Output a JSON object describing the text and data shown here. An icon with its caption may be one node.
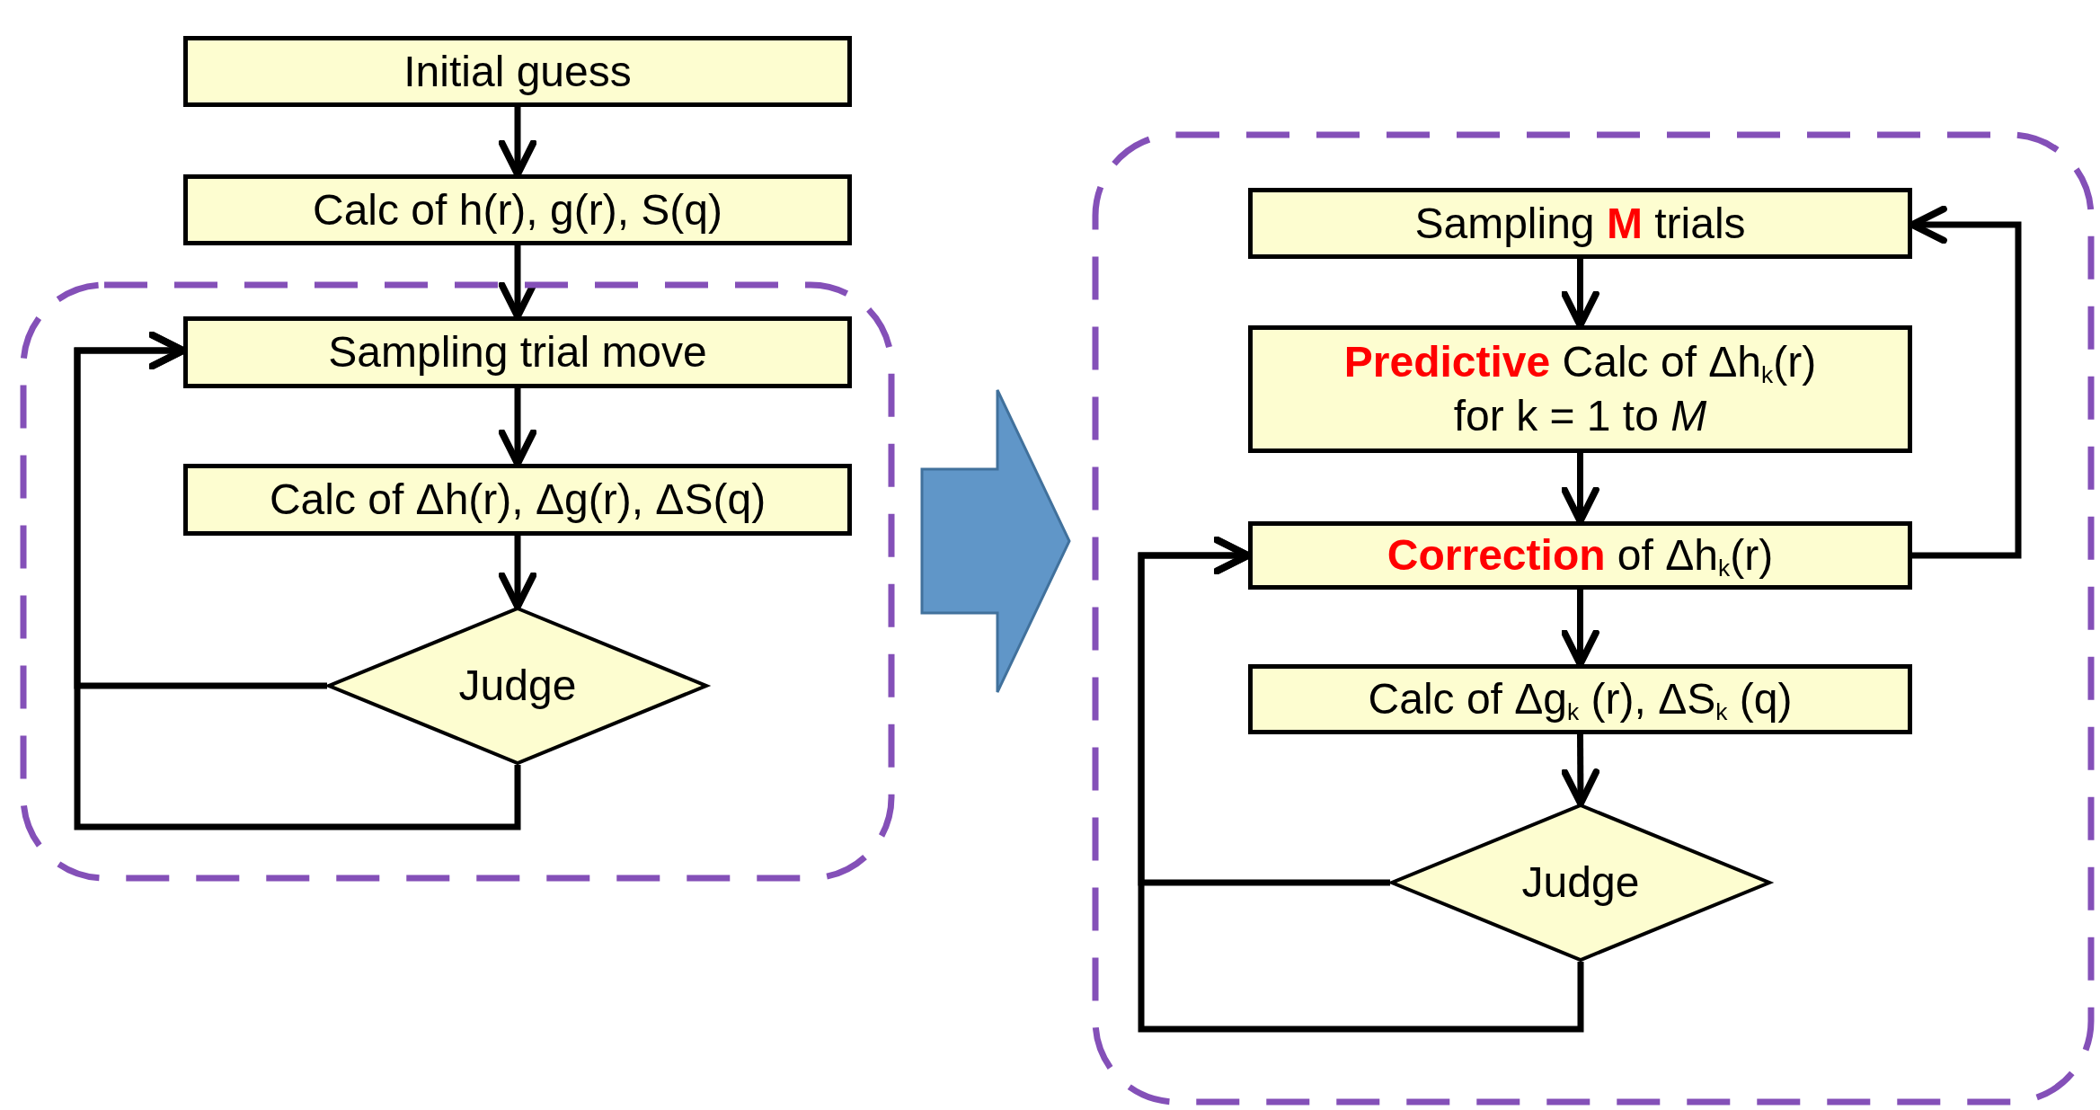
{
  "diagram": {
    "nodes": [
      {
        "text": [
          "Initial guess"
        ]
      },
      {
        "text": [
          "Calc of h(r), g(r), S(q)"
        ]
      },
      {
        "text": [],
        "shape": "box"
      },
      {
        "text": [
          "Sampling trial move"
        ],
        "in": 2
      },
      {
        "text": [
          "Calc of Δh(r), Δg(r), ΔS(q)"
        ],
        "in": 2
      },
      {
        "text": [
          "Judge"
        ],
        "in": 2
      },
      {
        "text": [],
        "shape": "box"
      },
      {
        "text": [
          "Sampling **M** trials"
        ],
        "in": 6
      },
      {
        "text": [
          "**Predictive** Calc of Δh$_{k}$(r) for k = 1 to *M*"
        ],
        "in": 6
      },
      {
        "text": [
          "**Correction** of Δh$_{k}$(r)"
        ],
        "in": 6
      },
      {
        "text": [
          "Calc of Δg$_{k}$ (r), ΔS$_{k}$ (q)"
        ],
        "in": 6
      },
      {
        "text": [
          "Judge"
        ],
        "in": 6
      }
    ],
    "edges": [
      {
        "from": 0,
        "to": 1,
        "arrow": "to"
      },
      {
        "from": 1,
        "to": 3,
        "arrow": "to"
      },
      {
        "from": 3,
        "to": 4,
        "arrow": "to"
      },
      {
        "from": 4,
        "to": 5,
        "arrow": "to"
      },
      {
        "from": 5,
        "to": 3,
        "arrow": "to"
      },
      {
        "from": 5,
        "to": 3,
        "arrow": "to"
      },
      {
        "from": 2,
        "to": 6,
        "arrow": "to",
        "style": "thick",
        "color": "#6096c8"
      },
      {
        "from": 7,
        "to": 8,
        "arrow": "to"
      },
      {
        "from": 8,
        "to": 9,
        "arrow": "to"
      },
      {
        "from": 9,
        "to": 10,
        "arrow": "to"
      },
      {
        "from": 10,
        "to": 11,
        "arrow": "to"
      },
      {
        "from": 9,
        "to": 7,
        "arrow": "to"
      },
      {
        "from": 11,
        "to": 9,
        "arrow": "to"
      },
      {
        "from": 11,
        "to": 9,
        "arrow": "to"
      }
    ]
  }
}
